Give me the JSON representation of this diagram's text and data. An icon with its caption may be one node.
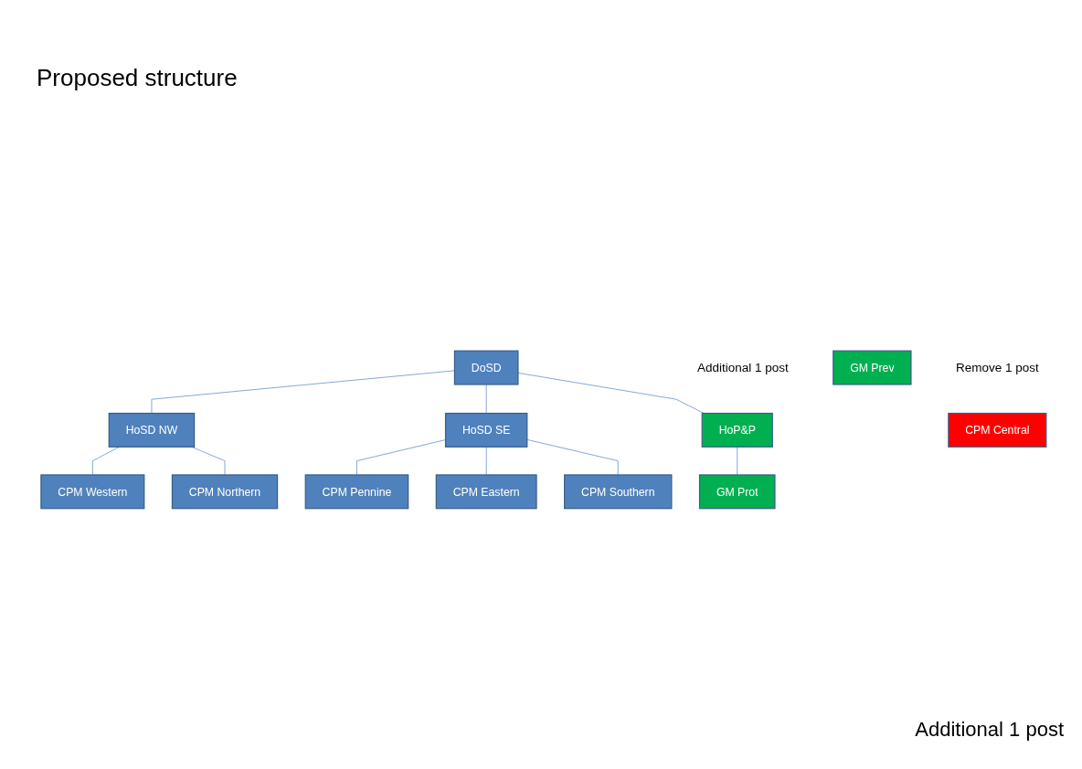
{
  "diagram": {
    "title": "Proposed structure",
    "nodes": [
      {
        "text": [
          "DoSD"
        ]
      },
      {
        "text": [
          "HoSD NW"
        ]
      },
      {
        "text": [
          "HoSD SE"
        ]
      },
      {
        "text": [
          "HoP&P"
        ],
        "beside": [
          "Additional 1 post"
        ]
      },
      {
        "text": [
          "CPM Western"
        ]
      },
      {
        "text": [
          "CPM Northern"
        ]
      },
      {
        "text": [
          "CPM Pennine"
        ]
      },
      {
        "text": [
          "CPM Eastern"
        ]
      },
      {
        "text": [
          "CPM Southern"
        ]
      },
      {
        "text": [
          "GM Prev"
        ]
      },
      {
        "text": [
          "GM Prot"
        ]
      },
      {
        "text": [
          "CPM Central"
        ],
        "beside": [
          "Remove 1 post"
        ]
      }
    ],
    "edges": [
      {
        "from": 0,
        "to": 1,
        "arrow": "none"
      },
      {
        "from": 0,
        "to": 2,
        "arrow": "none"
      },
      {
        "from": 0,
        "to": 3,
        "arrow": "none"
      },
      {
        "from": 1,
        "to": 4,
        "arrow": "none"
      },
      {
        "from": 1,
        "to": 5,
        "arrow": "none"
      },
      {
        "from": 2,
        "to": 6,
        "arrow": "none"
      },
      {
        "from": 2,
        "to": 7,
        "arrow": "none"
      },
      {
        "from": 2,
        "to": 8,
        "arrow": "none"
      },
      {
        "from": 3,
        "to": 10,
        "arrow": "none"
      }
    ],
    "labels": [
      "Additional 1 post"
    ]
  }
}
